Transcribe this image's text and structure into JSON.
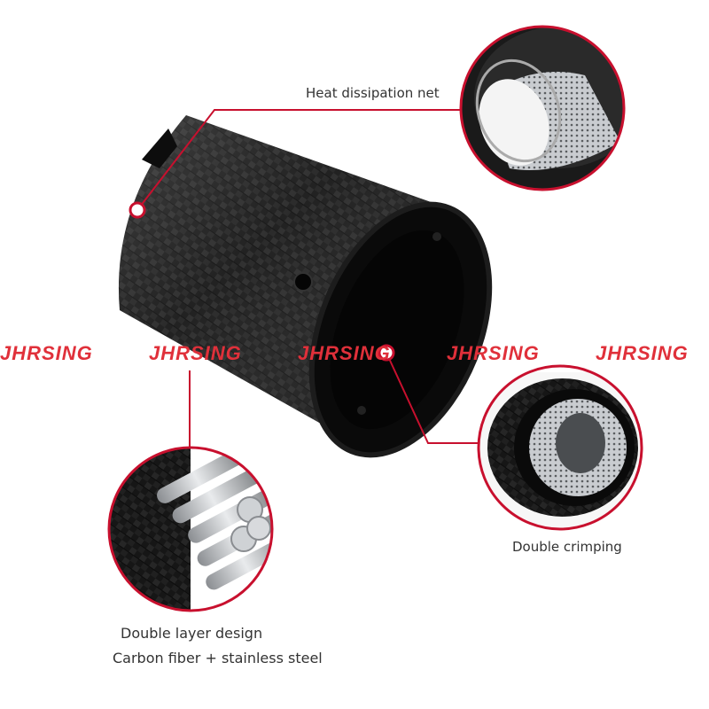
{
  "labels": {
    "heat": "Heat dissipation net",
    "crimp": "Double crimping",
    "double_line1": "Double layer design",
    "double_line2": "Carbon fiber + stainless steel"
  },
  "watermark": {
    "text": "JHRSING",
    "repeat_count": 5
  },
  "colors": {
    "accent": "#c8102e",
    "label": "#333333",
    "watermark": "#e0303a",
    "background": "#ffffff"
  }
}
